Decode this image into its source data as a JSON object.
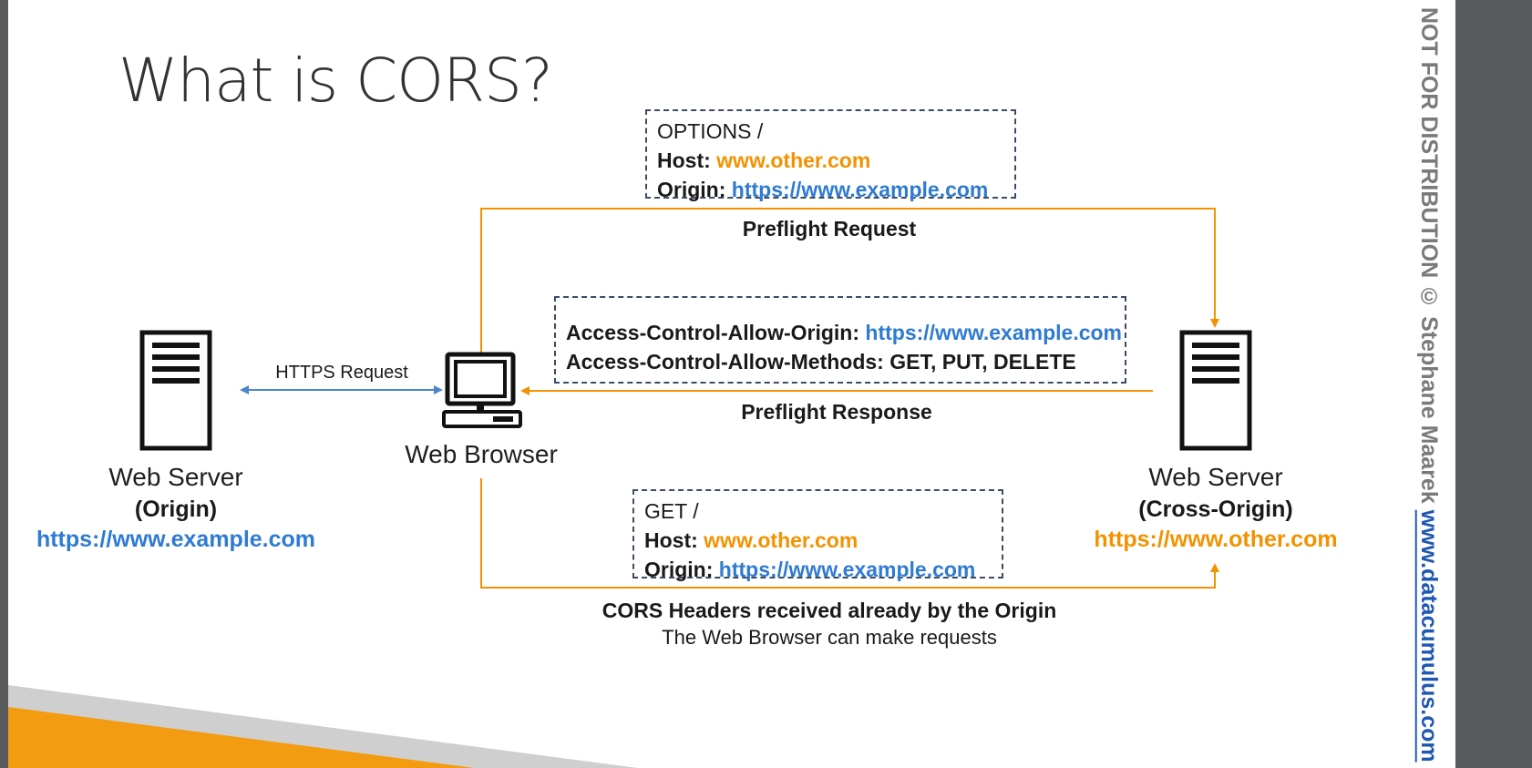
{
  "title": "What is CORS?",
  "colors": {
    "accent_orange": "#f39200",
    "link_blue": "#2e7bd1",
    "arrow_blue": "#4a86c8",
    "frame_gray": "#58595b"
  },
  "preflight_request_box": {
    "line1": "OPTIONS /",
    "host_key": "Host:",
    "host_value": "www.other.com",
    "origin_key": "Origin:",
    "origin_value": "https://www.example.com"
  },
  "preflight_response_box": {
    "line1_key": "Access-Control-Allow-Origin:",
    "line1_value": "https://www.example.com",
    "line2": "Access-Control-Allow-Methods: GET, PUT, DELETE"
  },
  "get_request_box": {
    "line1": "GET /",
    "host_key": "Host:",
    "host_value": "www.other.com",
    "origin_key": "Origin:",
    "origin_value": "https://www.example.com"
  },
  "flows": {
    "preflight_request": "Preflight Request",
    "preflight_response": "Preflight Response",
    "https_request": "HTTPS Request",
    "final_note_bold": "CORS Headers received already by the Origin",
    "final_note": "The Web Browser can make requests"
  },
  "nodes": {
    "origin_server": {
      "name": "Web Server",
      "role": "(Origin)",
      "url": "https://www.example.com",
      "icon": "server-icon"
    },
    "browser": {
      "name": "Web Browser",
      "icon": "computer-icon"
    },
    "cross_origin_server": {
      "name": "Web Server",
      "role": "(Cross-Origin)",
      "url": "https://www.other.com",
      "icon": "server-icon"
    }
  },
  "watermark": {
    "text": "NOT FOR DISTRIBUTION © Stephane Maarek",
    "link": "www.datacumulus.com"
  }
}
